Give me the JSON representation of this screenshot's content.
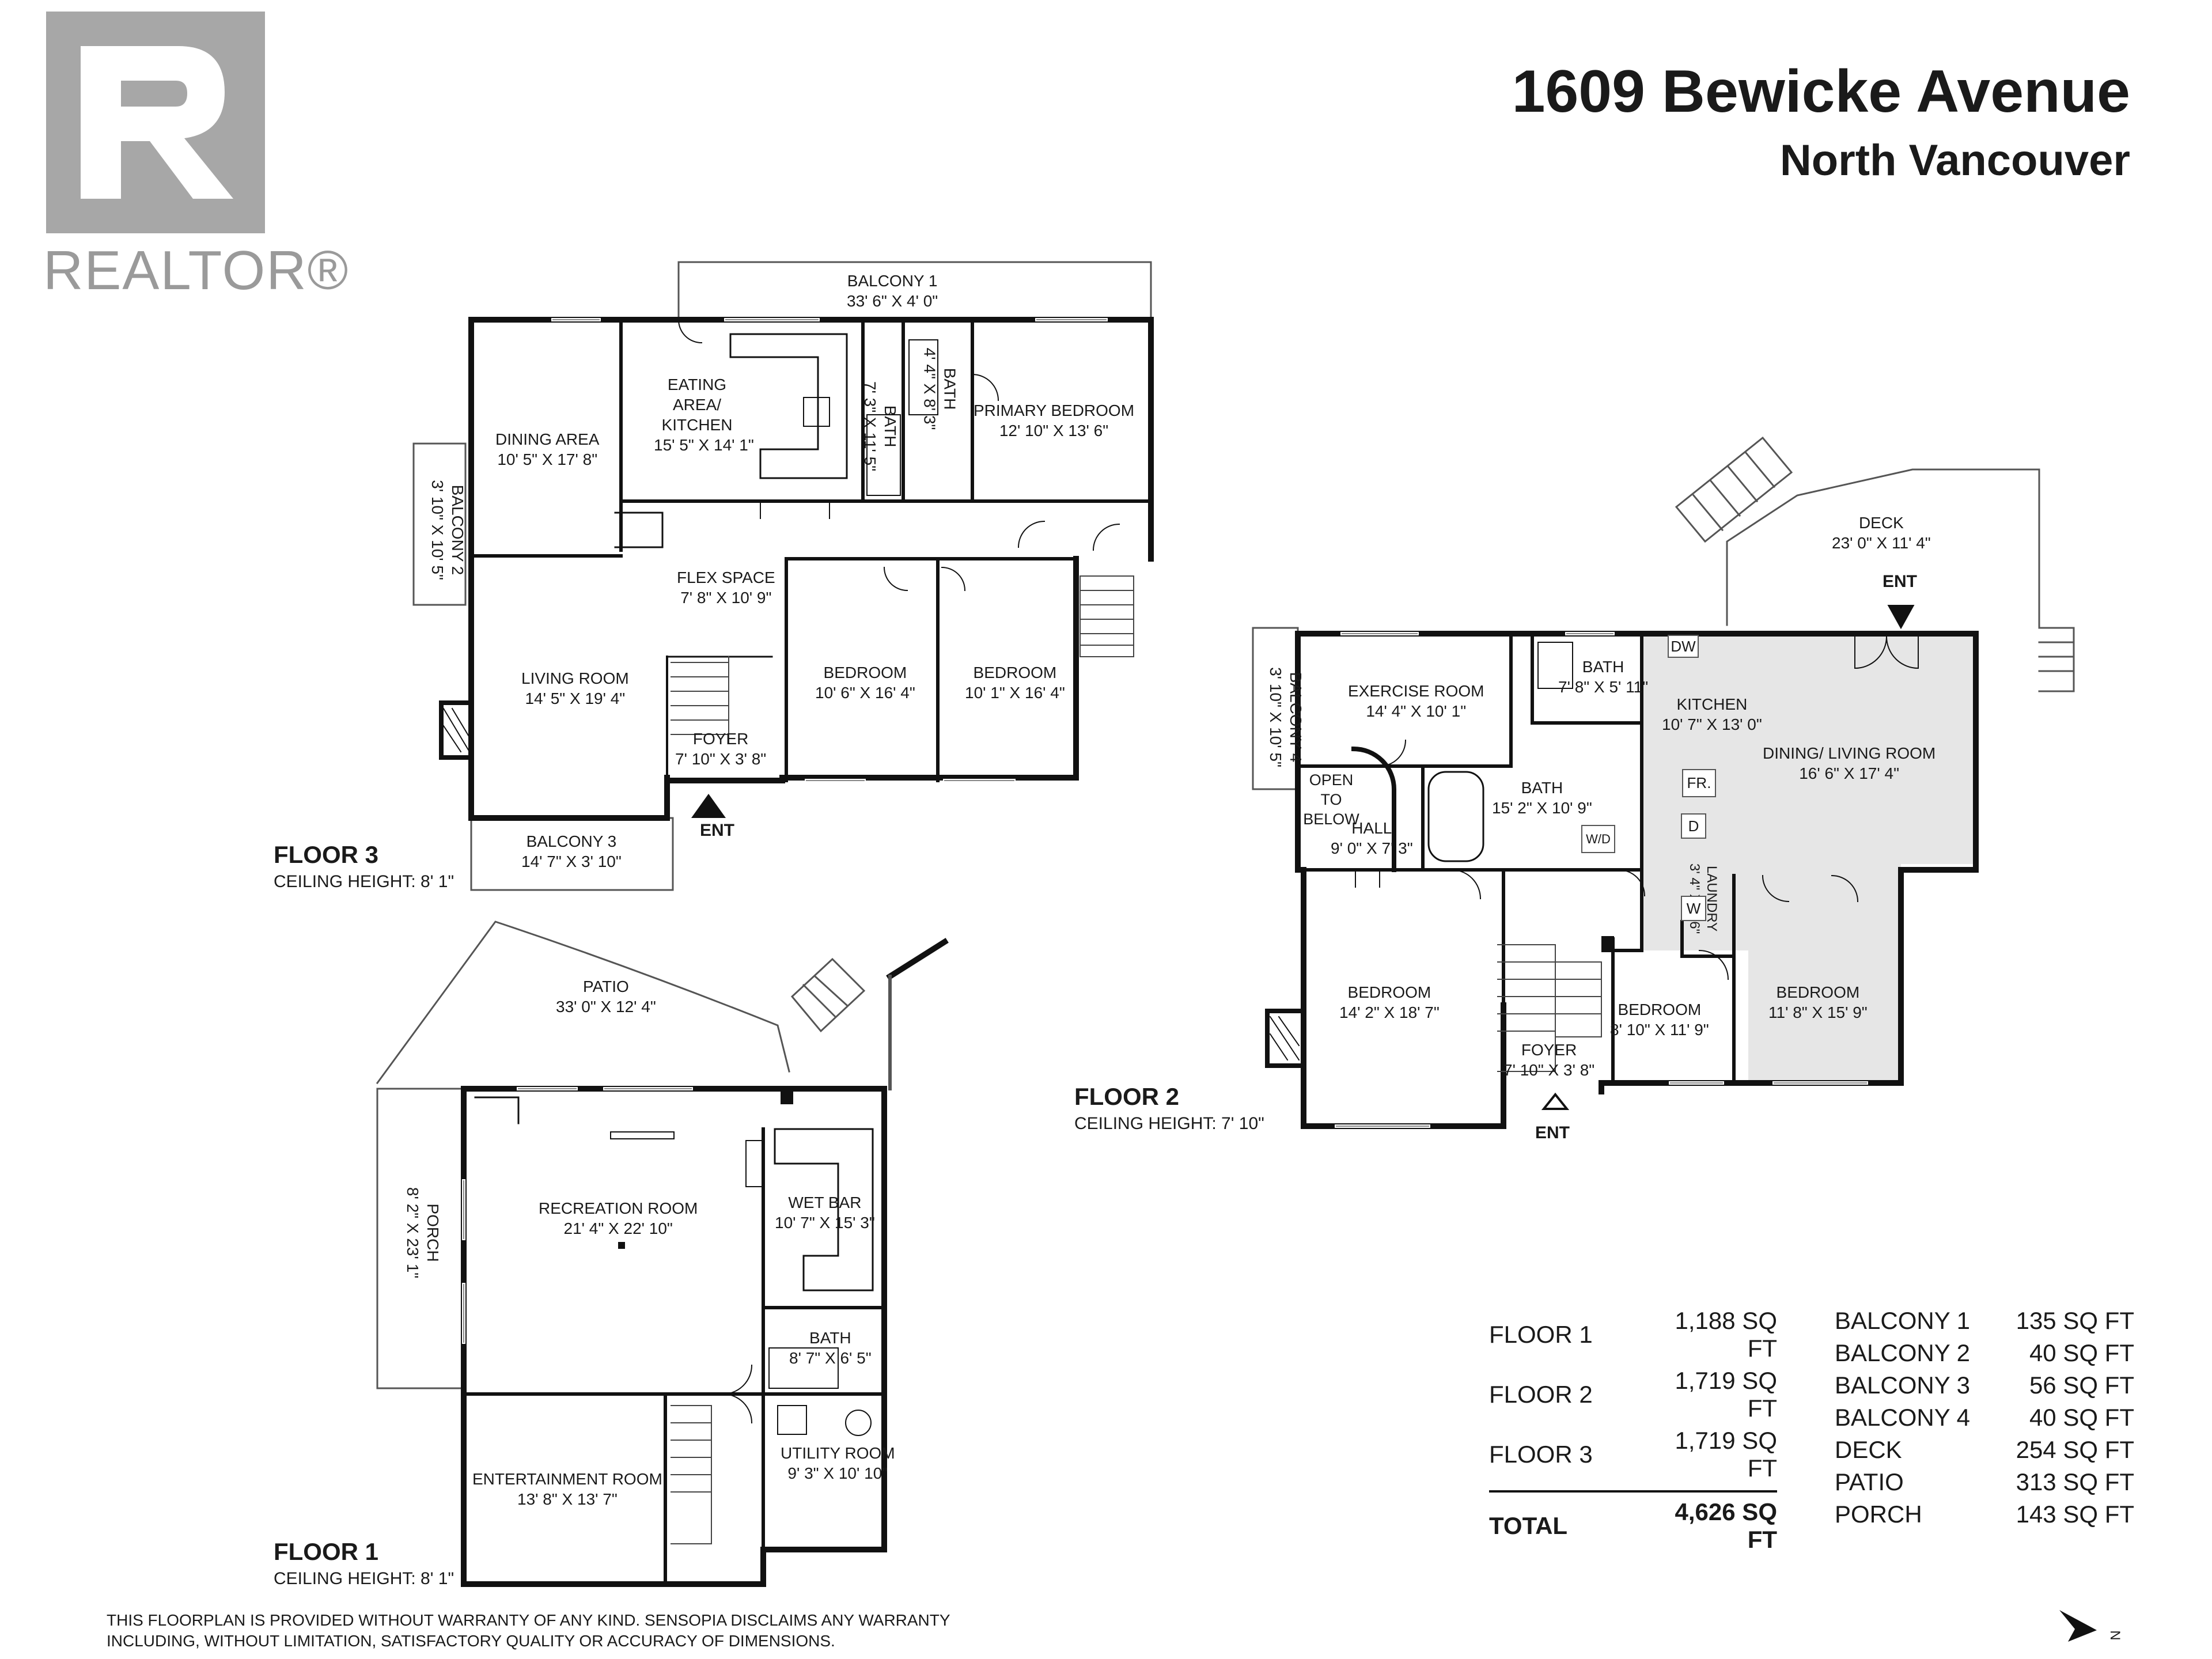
{
  "brand": {
    "logo_text": "REALTOR®"
  },
  "header": {
    "address": "1609 Bewicke Avenue",
    "city": "North Vancouver"
  },
  "floors": {
    "floor3": {
      "label": "FLOOR 3",
      "ceiling": "CEILING HEIGHT: 8' 1\"",
      "rooms": {
        "balcony1": {
          "name": "BALCONY 1",
          "dims": "33' 6\" X 4' 0\""
        },
        "eating": {
          "name": "EATING AREA/ KITCHEN",
          "dims": "15' 5\" X 14' 1\""
        },
        "dining": {
          "name": "DINING AREA",
          "dims": "10' 5\" X 17' 8\""
        },
        "bath_a": {
          "name": "BATH",
          "dims": "7' 3\" X 11' 5\""
        },
        "bath_b": {
          "name": "BATH",
          "dims": "4' 4\" X 8' 3\""
        },
        "primary": {
          "name": "PRIMARY BEDROOM",
          "dims": "12' 10\" X 13' 6\""
        },
        "balcony2": {
          "name": "BALCONY 2",
          "dims": "3' 10\" X 10' 5\""
        },
        "flex": {
          "name": "FLEX SPACE",
          "dims": "7' 8\" X 10' 9\""
        },
        "living": {
          "name": "LIVING ROOM",
          "dims": "14' 5\" X 19' 4\""
        },
        "bed1": {
          "name": "BEDROOM",
          "dims": "10' 6\" X 16' 4\""
        },
        "bed2": {
          "name": "BEDROOM",
          "dims": "10' 1\" X 16' 4\""
        },
        "foyer": {
          "name": "FOYER",
          "dims": "7' 10\" X 3' 8\""
        },
        "balcony3": {
          "name": "BALCONY 3",
          "dims": "14' 7\" X 3' 10\""
        }
      },
      "ent": "ENT"
    },
    "floor2": {
      "label": "FLOOR 2",
      "ceiling": "CEILING HEIGHT: 7' 10\"",
      "rooms": {
        "deck": {
          "name": "DECK",
          "dims": "23' 0\" X 11' 4\""
        },
        "exercise": {
          "name": "EXERCISE ROOM",
          "dims": "14' 4\" X 10' 1\""
        },
        "balcony4": {
          "name": "BALCONY 4",
          "dims": "3' 10\" X 10' 5\""
        },
        "bath_small": {
          "name": "BATH",
          "dims": "7' 8\" X 5' 11\""
        },
        "kitchen": {
          "name": "KITCHEN",
          "dims": "10' 7\" X 13' 0\""
        },
        "dining_living": {
          "name": "DINING/ LIVING ROOM",
          "dims": "16' 6\" X 17' 4\""
        },
        "open_below": {
          "name": "OPEN TO BELOW",
          "dims": ""
        },
        "hall": {
          "name": "HALL",
          "dims": "9' 0\" X 7' 3\""
        },
        "bath_big": {
          "name": "BATH",
          "dims": "15' 2\" X 10' 9\""
        },
        "laundry": {
          "name": "LAUNDRY",
          "dims": "3' 4\" X 8' 6\""
        },
        "bed_a": {
          "name": "BEDROOM",
          "dims": "14' 2\" X 18' 7\""
        },
        "bed_b": {
          "name": "BEDROOM",
          "dims": "8' 10\" X 11' 9\""
        },
        "bed_c": {
          "name": "BEDROOM",
          "dims": "11' 8\" X 15' 9\""
        },
        "foyer": {
          "name": "FOYER",
          "dims": "7' 10\" X 3' 8\""
        }
      },
      "fixtures": {
        "dw": "DW",
        "fr": "FR.",
        "d": "D",
        "w": "W",
        "wd": "W/D"
      },
      "ent_top": "ENT",
      "ent_bottom": "ENT"
    },
    "floor1": {
      "label": "FLOOR 1",
      "ceiling": "CEILING HEIGHT: 8' 1\"",
      "rooms": {
        "patio": {
          "name": "PATIO",
          "dims": "33' 0\" X 12' 4\""
        },
        "porch": {
          "name": "PORCH",
          "dims": "8' 2\" X 23' 1\""
        },
        "recreation": {
          "name": "RECREATION ROOM",
          "dims": "21' 4\" X 22' 10\""
        },
        "wetbar": {
          "name": "WET BAR",
          "dims": "10' 7\" X 15' 3\""
        },
        "bath": {
          "name": "BATH",
          "dims": "8' 7\" X 6' 5\""
        },
        "entertainment": {
          "name": "ENTERTAINMENT ROOM",
          "dims": "13' 8\" X 13' 7\""
        },
        "utility": {
          "name": "UTILITY ROOM",
          "dims": "9' 3\" X 10' 10\""
        }
      }
    }
  },
  "area_summary": {
    "floors": [
      {
        "label": "FLOOR 1",
        "value": "1,188 SQ FT"
      },
      {
        "label": "FLOOR 2",
        "value": "1,719 SQ FT"
      },
      {
        "label": "FLOOR 3",
        "value": "1,719 SQ FT"
      }
    ],
    "total": {
      "label": "TOTAL",
      "value": "4,626 SQ FT"
    },
    "outdoor": [
      {
        "label": "BALCONY 1",
        "value": "135 SQ FT"
      },
      {
        "label": "BALCONY 2",
        "value": "40 SQ FT"
      },
      {
        "label": "BALCONY 3",
        "value": "56 SQ FT"
      },
      {
        "label": "BALCONY 4",
        "value": "40 SQ FT"
      },
      {
        "label": "DECK",
        "value": "254 SQ FT"
      },
      {
        "label": "PATIO",
        "value": "313 SQ FT"
      },
      {
        "label": "PORCH",
        "value": "143 SQ FT"
      }
    ]
  },
  "disclaimer": {
    "line1": "THIS FLOORPLAN IS PROVIDED WITHOUT WARRANTY OF ANY KIND. SENSOPIA DISCLAIMS ANY WARRANTY",
    "line2": "INCLUDING, WITHOUT LIMITATION, SATISFACTORY QUALITY OR ACCURACY OF DIMENSIONS."
  },
  "compass": {
    "letter": "N"
  }
}
